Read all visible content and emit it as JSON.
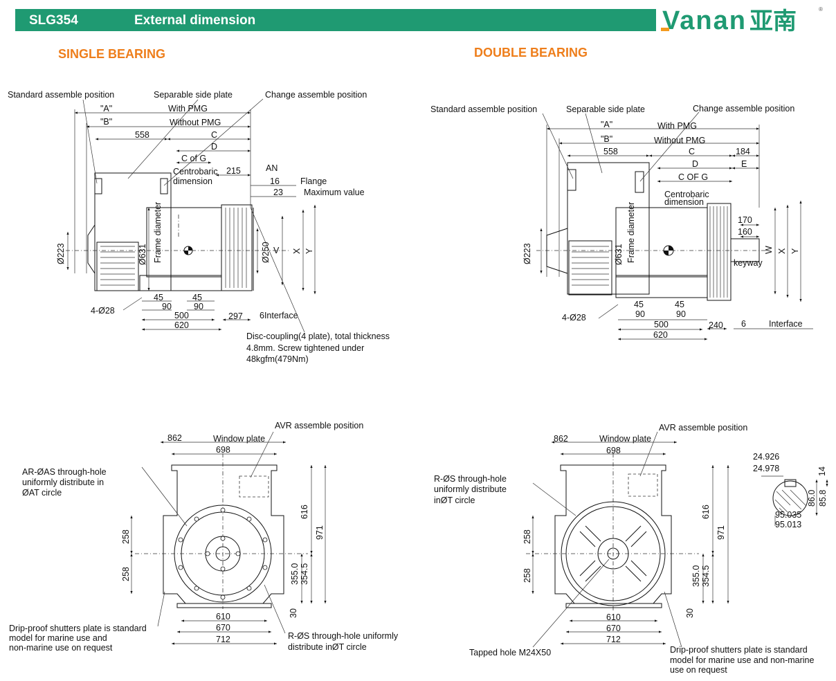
{
  "header": {
    "model": "SLG354",
    "title": "External dimension",
    "logo_mark": "Vanan",
    "logo_cn": "亚南",
    "reg": "®"
  },
  "colors": {
    "header_bg": "#1f9a72",
    "section_title": "#ee7e1b",
    "logo_green": "#1f9a72",
    "logo_orange": "#f39a1e"
  },
  "single": {
    "title": "SINGLE BEARING",
    "std_pos": "Standard assemble position",
    "sep_plate": "Separable side plate",
    "change_pos": "Change assemble position",
    "A": "\"A\"",
    "with_pmg": "With PMG",
    "B": "\"B\"",
    "without_pmg": "Without PMG",
    "d558": "558",
    "C": "C",
    "D": "D",
    "cofg": "C of G",
    "centro1": "Centrobaric",
    "centro2": "dimension",
    "d215": "215",
    "AN": "AN",
    "d16": "16",
    "flange": "Flange",
    "d23": "23",
    "max": "Maximum value",
    "frame": "Frame diameter",
    "d223": "Ø223",
    "d631": "Ø631",
    "d250": "Ø250",
    "V": "V",
    "X": "X",
    "Y": "Y",
    "hole": "4-Ø28",
    "d45a": "45",
    "d45b": "45",
    "d90a": "90",
    "d90b": "90",
    "d500": "500",
    "d620": "620",
    "d297": "297",
    "interface": "6Interface",
    "disc1": "Disc-coupling(4 plate), total thickness",
    "disc2": "4.8mm. Screw tightened under",
    "disc3": "48kgfm(479Nm)"
  },
  "double": {
    "title": "DOUBLE BEARING",
    "std_pos": "Standard assemble position",
    "sep_plate": "Separable side plate",
    "change_pos": "Change assemble position",
    "A": "\"A\"",
    "with_pmg": "With PMG",
    "B": "\"B\"",
    "without_pmg": "Without PMG",
    "d558": "558",
    "C": "C",
    "d184": "184",
    "D": "D",
    "E": "E",
    "cofg": "C OF G",
    "centro1": "Centrobaric",
    "centro2": "dimension",
    "frame": "Frame diameter",
    "d223": "Ø223",
    "d631": "Ø631",
    "d170": "170",
    "d160": "160",
    "W": "W",
    "X": "X",
    "Y": "Y",
    "keyway": "keyway",
    "hole": "4-Ø28",
    "d45a": "45",
    "d45b": "45",
    "d90a": "90",
    "d90b": "90",
    "d500": "500",
    "d240": "240",
    "d6": "6",
    "interface": "Interface",
    "d620": "620"
  },
  "end_single": {
    "avr": "AVR assemble position",
    "d862": "862",
    "window": "Window plate",
    "d698": "698",
    "ar1": "AR-ØAS through-hole",
    "ar2": "uniformly distribute in",
    "ar3": "ØAT circle",
    "d258a": "258",
    "d258b": "258",
    "d616": "616",
    "d971": "971",
    "d355": "355.0",
    "d354": "354.5",
    "d30": "30",
    "d610": "610",
    "d670": "670",
    "d712": "712",
    "drip1": "Drip-proof shutters plate is standard",
    "drip2": "model for marine use and",
    "drip3": "non-marine use on request",
    "rs1": "R-ØS through-hole uniformly",
    "rs2": "distribute inØT circle"
  },
  "end_double": {
    "avr": "AVR assemble position",
    "d862": "862",
    "window": "Window plate",
    "d698": "698",
    "rs1": "R-ØS through-hole",
    "rs2": "uniformly distribute",
    "rs3": "inØT circle",
    "d258a": "258",
    "d258b": "258",
    "d616": "616",
    "d971": "971",
    "d355": "355.0",
    "d354": "354.5",
    "d30": "30",
    "d610": "610",
    "d670": "670",
    "d712": "712",
    "tapped": "Tapped hole M24X50",
    "drip1": "Drip-proof shutters plate is standard",
    "drip2": "model for marine use and non-marine",
    "drip3": "use on request"
  },
  "shaft": {
    "d24926": "24.926",
    "d24978": "24.978",
    "d14": "14",
    "d860": "86.0",
    "d858": "85.8",
    "d95035": "95.035",
    "d95013": "95.013"
  }
}
